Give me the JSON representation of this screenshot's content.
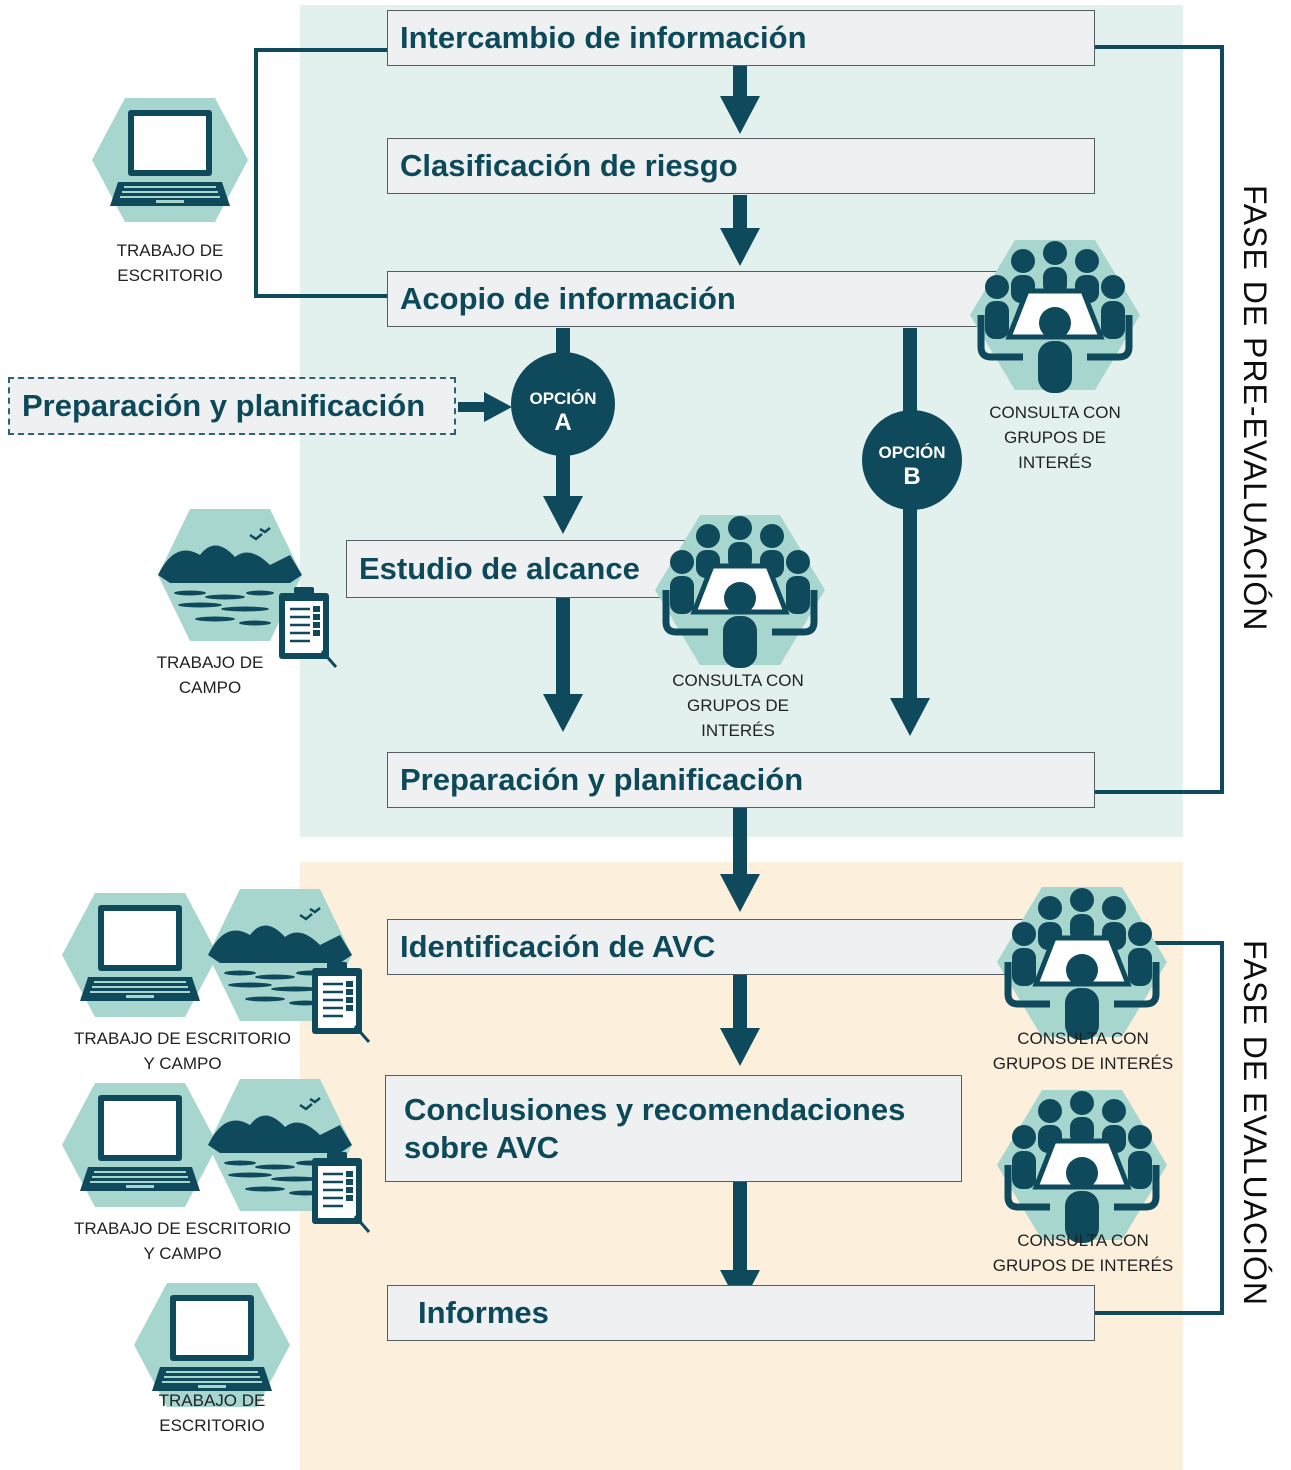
{
  "phases": {
    "pre": "FASE DE PRE-EVALUACIÓN",
    "eval": "FASE DE EVALUACIÓN"
  },
  "steps": {
    "intercambio": "Intercambio de información",
    "clasificacion": "Clasificación de riesgo",
    "acopio": "Acopio de información",
    "prep_dashed": "Preparación y planificación",
    "estudio": "Estudio de alcance",
    "preparacion": "Preparación y planificación",
    "identificacion": "Identificación de AVC",
    "conclusiones_line1": "Conclusiones y recomendaciones",
    "conclusiones_line2": "sobre AVC",
    "informes": "Informes"
  },
  "options": {
    "a_label": "OPCIÓN",
    "a_letter": "A",
    "b_label": "OPCIÓN",
    "b_letter": "B"
  },
  "captions": {
    "escritorio1_l1": "TRABAJO DE",
    "escritorio1_l2": "ESCRITORIO",
    "campo_l1": "TRABAJO DE",
    "campo_l2": "CAMPO",
    "consulta1_l1": "CONSULTA CON",
    "consulta1_l2": "GRUPOS DE",
    "consulta1_l3": "INTERÉS",
    "consulta2_l1": "CONSULTA CON",
    "consulta2_l2": "GRUPOS DE",
    "consulta2_l3": "INTERÉS",
    "mixto1_l1": "TRABAJO DE ESCRITORIO",
    "mixto1_l2": "Y CAMPO",
    "mixto2_l1": "TRABAJO DE ESCRITORIO",
    "mixto2_l2": "Y CAMPO",
    "consulta3_l1": "CONSULTA CON",
    "consulta3_l2": "GRUPOS DE INTERÉS",
    "consulta4_l1": "CONSULTA CON",
    "consulta4_l2": "GRUPOS DE INTERÉS",
    "escritorio2_l1": "TRABAJO DE",
    "escritorio2_l2": "ESCRITORIO"
  },
  "colors": {
    "dark_teal": "#0e4a5c",
    "light_teal": "#a7d6cf",
    "pre_bg": "#e3f1ee",
    "eval_bg": "#fcefdb",
    "box_bg": "#eff0f2"
  },
  "icons": [
    "laptop-icon",
    "landscape-icon",
    "clipboard-icon",
    "meeting-icon",
    "arrow-down-icon"
  ]
}
